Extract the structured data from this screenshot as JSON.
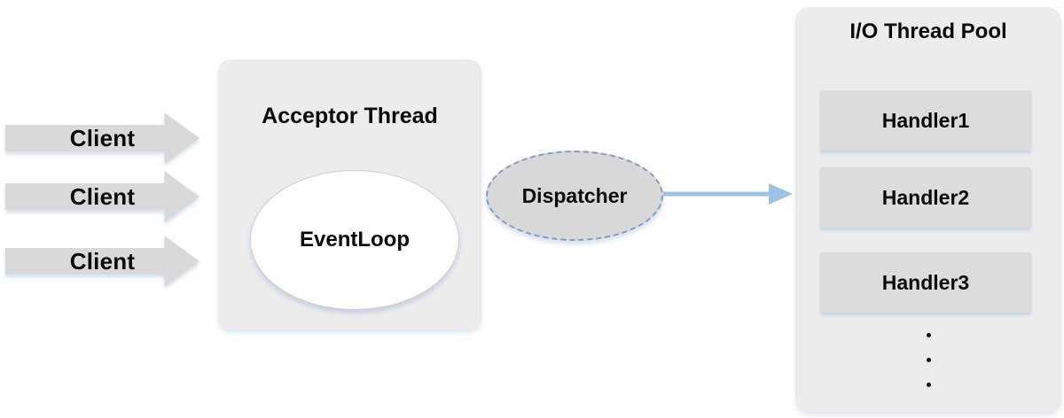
{
  "diagram": {
    "clients": [
      "Client",
      "Client",
      "Client"
    ],
    "acceptor": {
      "title": "Acceptor Thread",
      "event_loop_label": "EventLoop"
    },
    "dispatcher": {
      "label": "Dispatcher"
    },
    "thread_pool": {
      "title": "I/O Thread Pool",
      "handlers": [
        "Handler1",
        "Handler2",
        "Handler3"
      ],
      "ellipsis_dot_count": 3
    },
    "colors": {
      "shape_gray": "#d9d9d9",
      "panel_gray": "#ececec",
      "handler_gray": "#dcdcdc",
      "dispatcher_fill": "#d8d8d8",
      "dispatcher_dash_border": "#7f9cc4",
      "flow_arrow_blue": "#9cc3e6",
      "text": "#0a0a0a",
      "eventloop_fill": "#ffffff"
    }
  }
}
